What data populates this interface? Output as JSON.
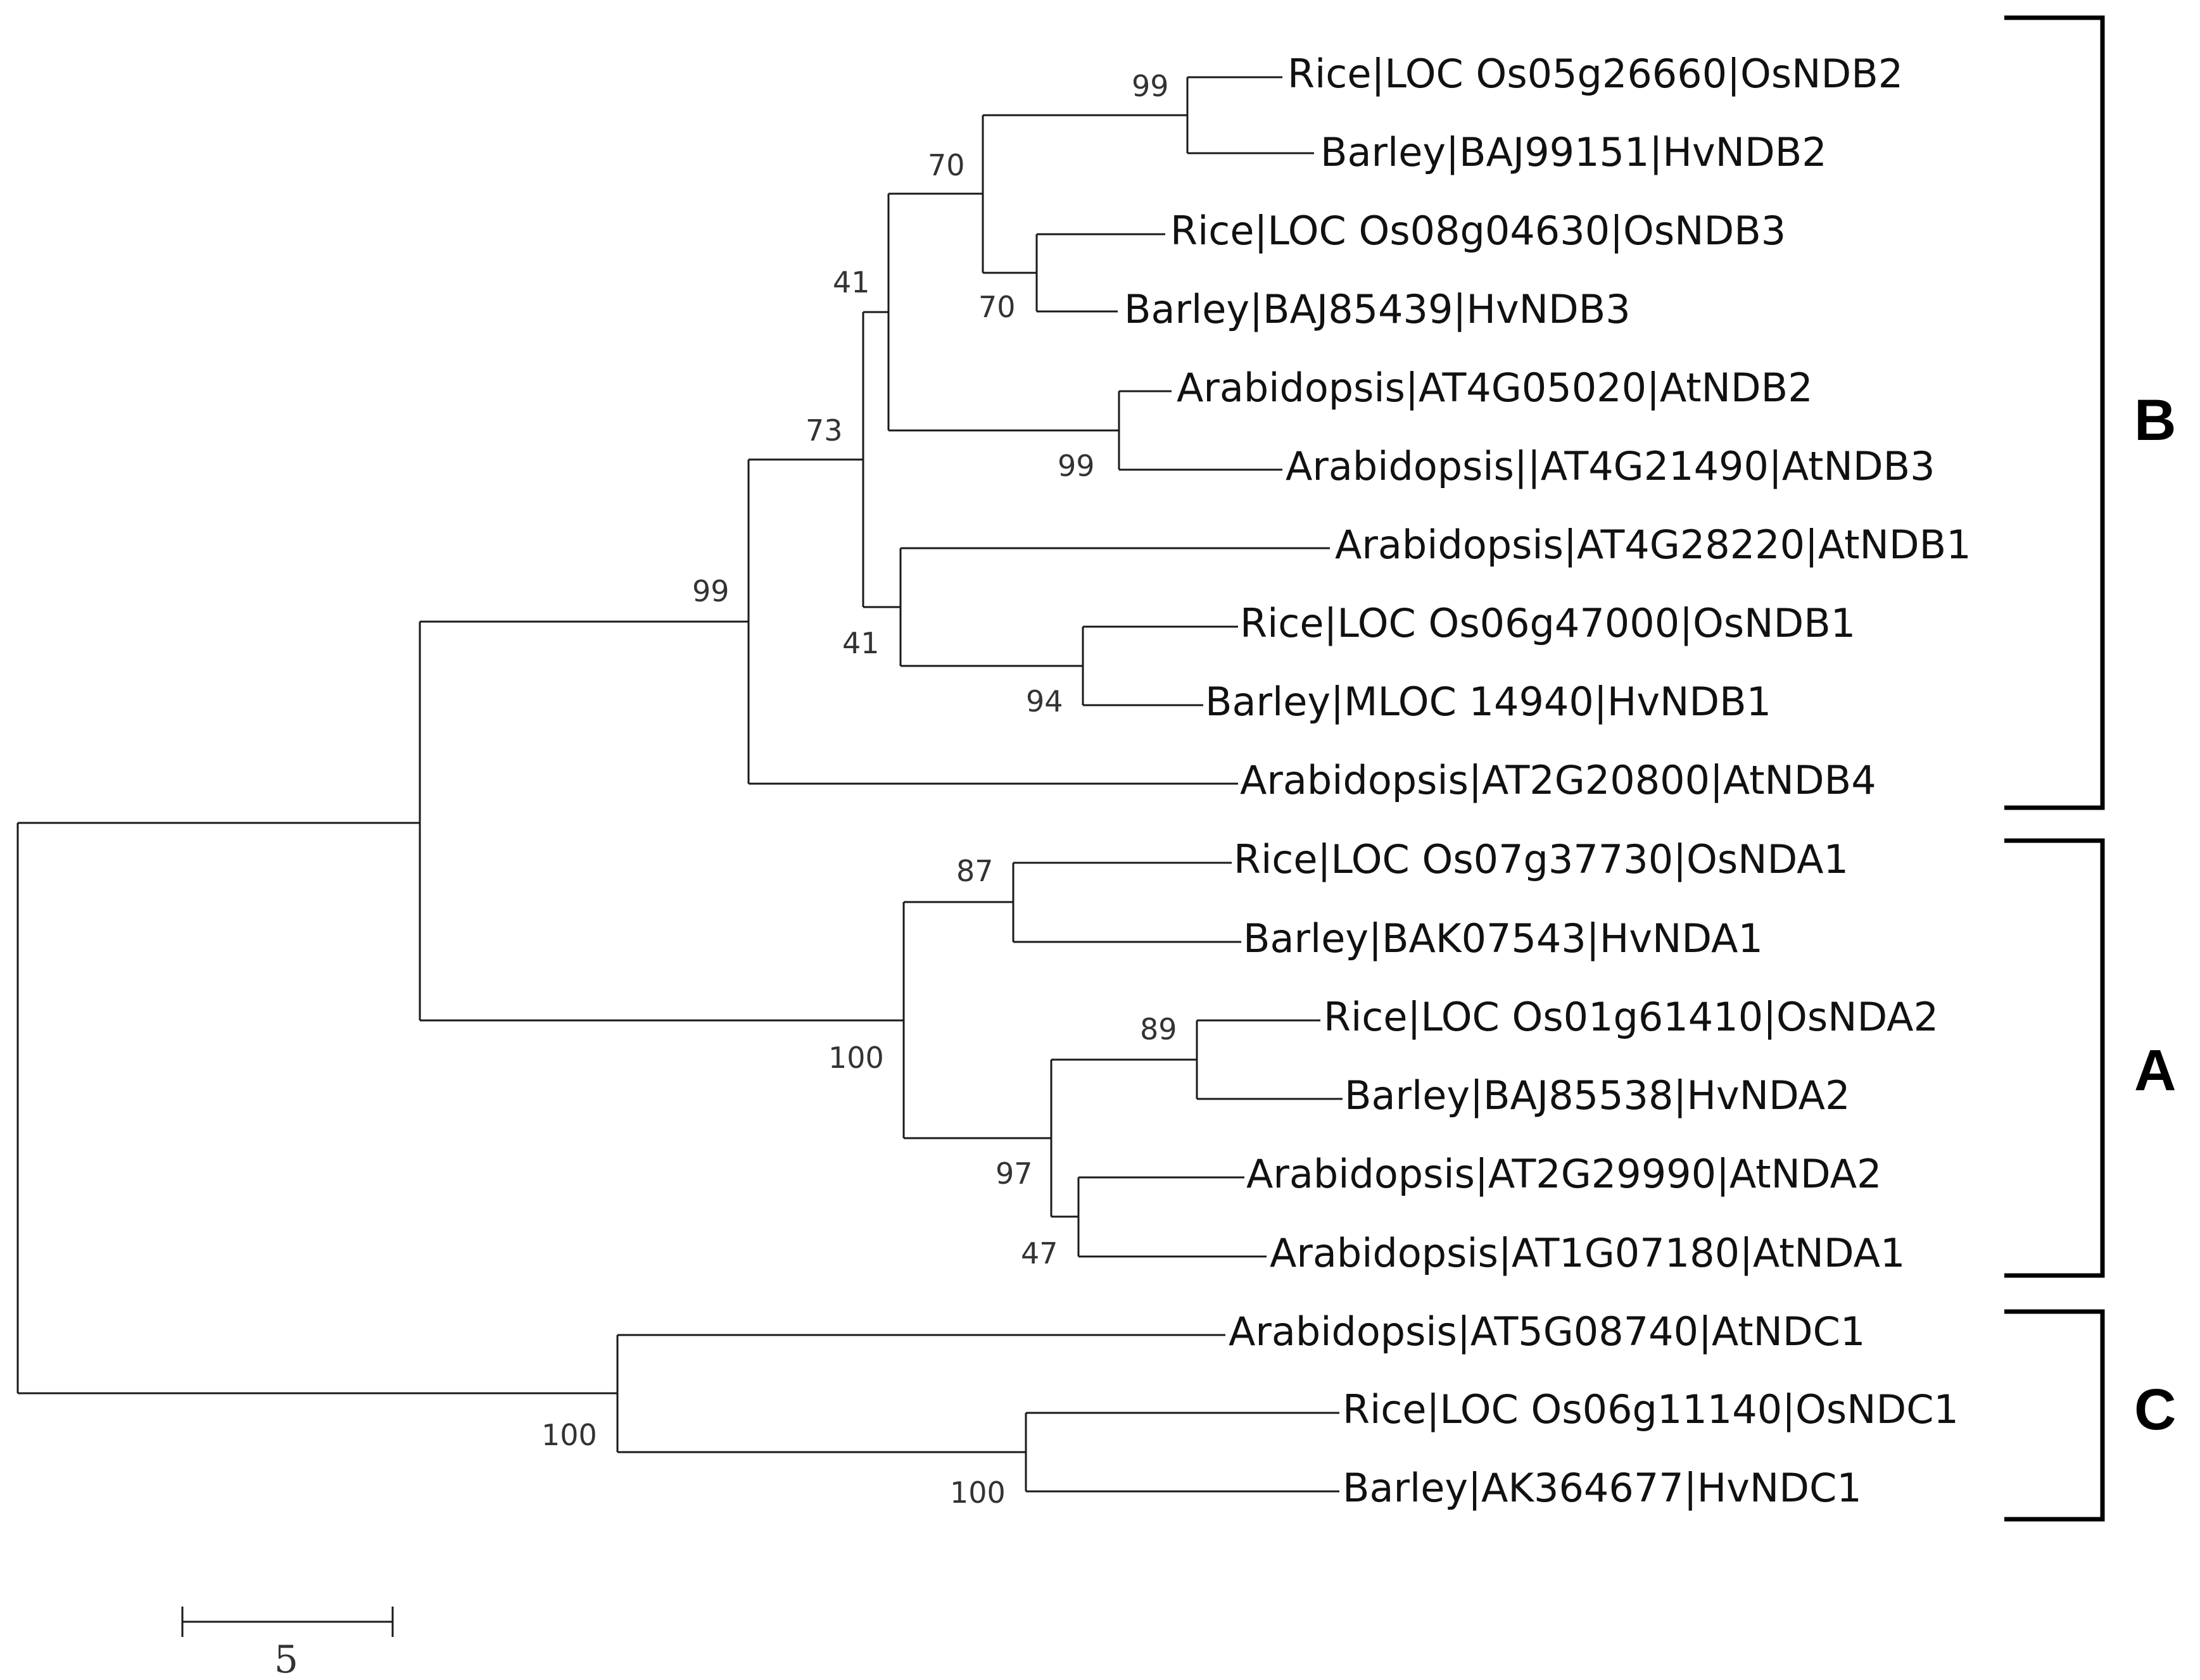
{
  "leaves": [
    "Rice|LOC Os05g26660|OsNDB2",
    "Barley|BAJ99151|HvNDB2",
    "Rice|LOC Os08g04630|OsNDB3",
    "Barley|BAJ85439|HvNDB3",
    "Arabidopsis|AT4G05020|AtNDB2",
    "Arabidopsis||AT4G21490|AtNDB3",
    "Arabidopsis|AT4G28220|AtNDB1",
    "Rice|LOC Os06g47000|OsNDB1",
    "Barley|MLOC 14940|HvNDB1",
    "Arabidopsis|AT2G20800|AtNDB4",
    "Rice|LOC Os07g37730|OsNDA1",
    "Barley|BAK07543|HvNDA1",
    "Rice|LOC Os01g61410|OsNDA2",
    "Barley|BAJ85538|HvNDA2",
    "Arabidopsis|AT2G29990|AtNDA2",
    "Arabidopsis|AT1G07180|AtNDA1",
    "Arabidopsis|AT5G08740|AtNDC1",
    "Rice|LOC Os06g11140|OsNDC1",
    "Barley|AK364677|HvNDC1"
  ],
  "bootstrap": {
    "b1": "99",
    "b2": "70",
    "b3": "70",
    "b4": "41",
    "b5": "99",
    "b6": "73",
    "b7": "41",
    "b8": "94",
    "b9": "99",
    "a1": "87",
    "a2": "100",
    "a3": "89",
    "a4": "97",
    "a5": "47",
    "c1": "100",
    "c2": "100"
  },
  "clades": {
    "B": "B",
    "A": "A",
    "C": "C"
  },
  "scale_bar": {
    "label": "5"
  }
}
